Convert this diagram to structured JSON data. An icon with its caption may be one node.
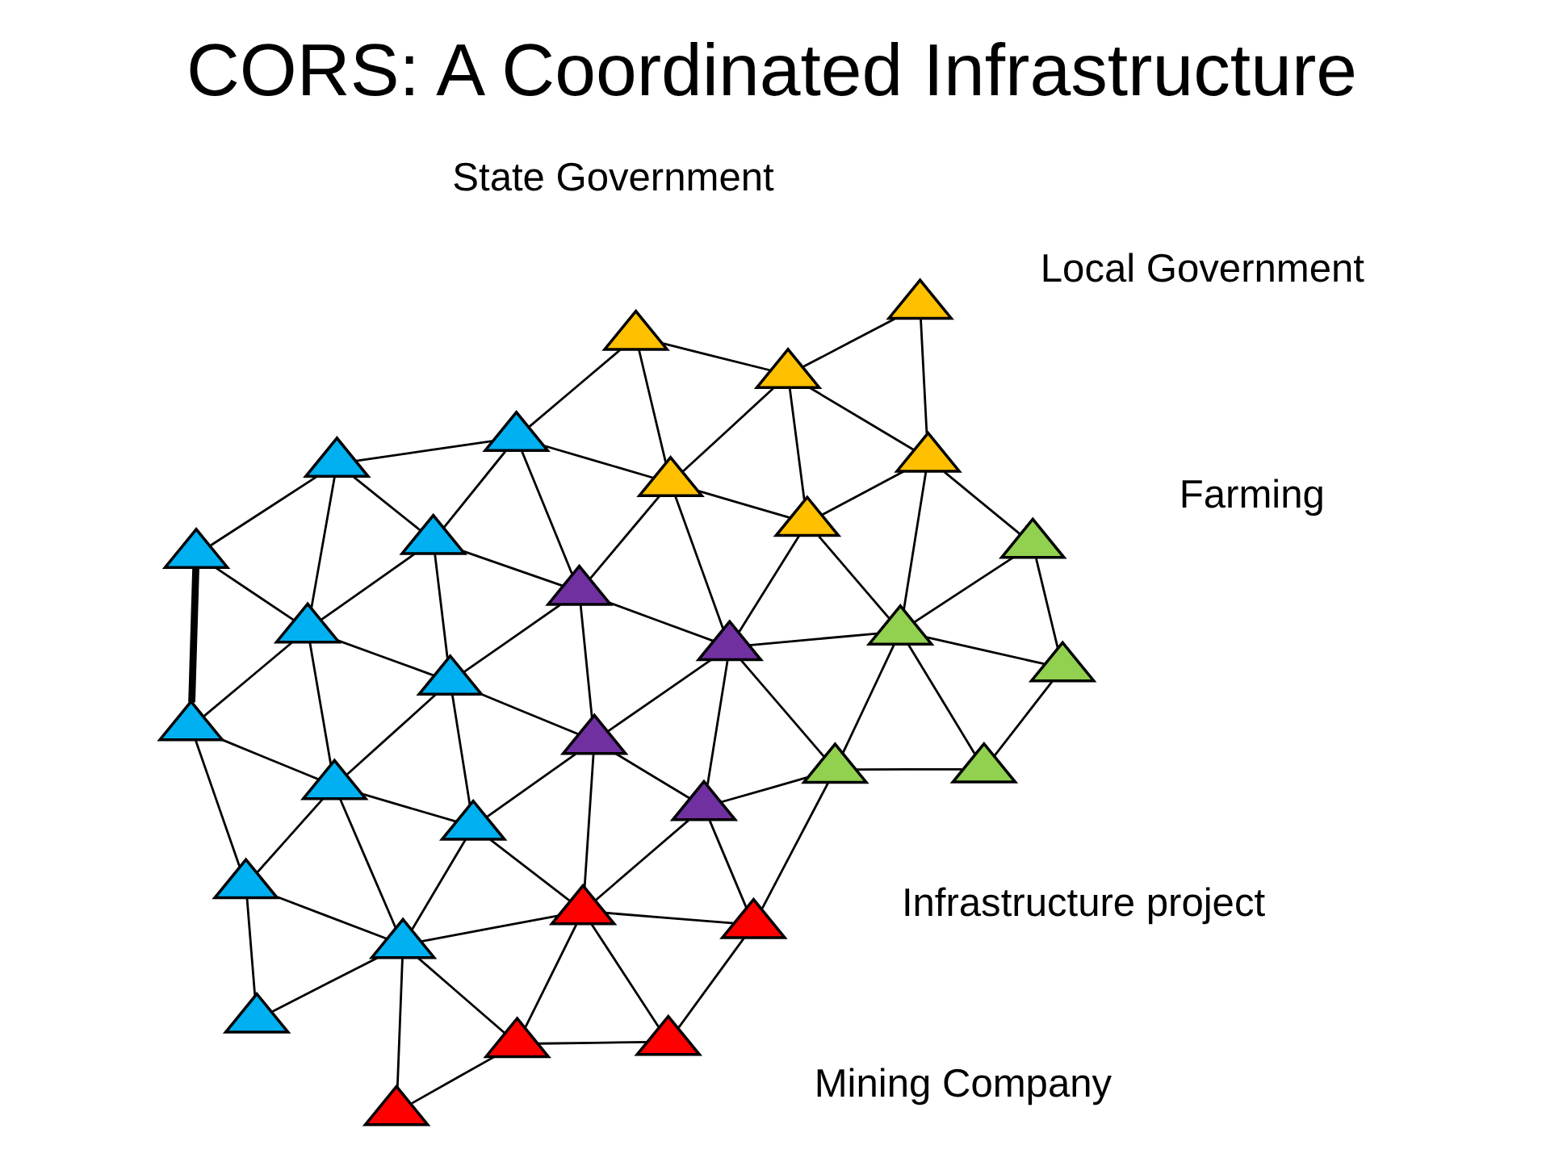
{
  "diagram": {
    "title": "CORS: A Coordinated Infrastructure",
    "nodes": [
      {
        "text": [],
        "shape": "triangle"
      },
      {
        "text": [],
        "shape": "triangle"
      },
      {
        "text": [],
        "shape": "triangle"
      },
      {
        "text": [],
        "shape": "triangle"
      },
      {
        "text": [],
        "shape": "triangle"
      },
      {
        "text": [],
        "shape": "triangle"
      },
      {
        "text": [],
        "shape": "triangle"
      },
      {
        "text": [],
        "shape": "triangle"
      },
      {
        "text": [],
        "shape": "triangle"
      },
      {
        "text": [],
        "shape": "triangle"
      },
      {
        "text": [],
        "shape": "triangle"
      },
      {
        "text": [],
        "shape": "triangle"
      },
      {
        "text": [],
        "shape": "triangle"
      },
      {
        "text": [],
        "shape": "triangle"
      },
      {
        "text": [],
        "shape": "triangle"
      },
      {
        "text": [],
        "shape": "triangle"
      },
      {
        "text": [],
        "shape": "triangle"
      },
      {
        "text": [],
        "shape": "triangle"
      },
      {
        "text": [],
        "shape": "triangle"
      },
      {
        "text": [],
        "shape": "triangle"
      },
      {
        "text": [],
        "shape": "triangle"
      },
      {
        "text": [],
        "shape": "triangle"
      },
      {
        "text": [],
        "shape": "triangle"
      },
      {
        "text": [],
        "shape": "triangle"
      },
      {
        "text": [],
        "shape": "triangle"
      },
      {
        "text": [],
        "shape": "triangle"
      },
      {
        "text": [],
        "shape": "triangle"
      },
      {
        "text": [],
        "shape": "triangle"
      },
      {
        "text": [],
        "shape": "triangle"
      },
      {
        "text": [],
        "shape": "triangle"
      },
      {
        "text": [],
        "shape": "triangle"
      },
      {
        "text": [],
        "shape": "triangle"
      }
    ],
    "edges": [
      {
        "from": 1,
        "to": 2,
        "arrow": "none"
      },
      {
        "from": 1,
        "to": 4,
        "arrow": "none"
      },
      {
        "from": 1,
        "to": 5,
        "arrow": "none"
      },
      {
        "from": 2,
        "to": 0,
        "arrow": "none"
      },
      {
        "from": 2,
        "to": 5,
        "arrow": "none"
      },
      {
        "from": 2,
        "to": 8,
        "arrow": "none"
      },
      {
        "from": 0,
        "to": 8,
        "arrow": "none"
      },
      {
        "from": 4,
        "to": 5,
        "arrow": "none"
      },
      {
        "from": 4,
        "to": 6,
        "arrow": "none"
      },
      {
        "from": 4,
        "to": 9,
        "arrow": "none"
      },
      {
        "from": 5,
        "to": 9,
        "arrow": "none"
      },
      {
        "from": 5,
        "to": 14,
        "arrow": "none"
      },
      {
        "from": 5,
        "to": 8,
        "arrow": "none"
      },
      {
        "from": 5,
        "to": 13,
        "arrow": "none"
      },
      {
        "from": 3,
        "to": 8,
        "arrow": "none"
      },
      {
        "from": 3,
        "to": 11,
        "arrow": "none"
      },
      {
        "from": 7,
        "to": 6,
        "arrow": "none"
      },
      {
        "from": 7,
        "to": 10,
        "arrow": "none"
      },
      {
        "from": 7,
        "to": 12,
        "arrow": "none"
      },
      {
        "from": 6,
        "to": 12,
        "arrow": "none"
      },
      {
        "from": 6,
        "to": 9,
        "arrow": "none"
      },
      {
        "from": 6,
        "to": 15,
        "arrow": "none"
      },
      {
        "from": 10,
        "to": 12,
        "arrow": "none"
      },
      {
        "from": 10,
        "to": 17,
        "arrow": "none"
      },
      {
        "from": 12,
        "to": 17,
        "arrow": "none"
      },
      {
        "from": 12,
        "to": 15,
        "arrow": "none"
      },
      {
        "from": 12,
        "to": 22,
        "arrow": "none"
      },
      {
        "from": 12,
        "to": 18,
        "arrow": "none"
      },
      {
        "from": 9,
        "to": 15,
        "arrow": "none"
      },
      {
        "from": 9,
        "to": 14,
        "arrow": "none"
      },
      {
        "from": 15,
        "to": 14,
        "arrow": "none"
      },
      {
        "from": 15,
        "to": 18,
        "arrow": "none"
      },
      {
        "from": 15,
        "to": 23,
        "arrow": "none"
      },
      {
        "from": 15,
        "to": 21,
        "arrow": "none"
      },
      {
        "from": 14,
        "to": 13,
        "arrow": "none"
      },
      {
        "from": 14,
        "to": 21,
        "arrow": "none"
      },
      {
        "from": 14,
        "to": 19,
        "arrow": "none"
      },
      {
        "from": 8,
        "to": 13,
        "arrow": "none"
      },
      {
        "from": 8,
        "to": 11,
        "arrow": "none"
      },
      {
        "from": 8,
        "to": 16,
        "arrow": "none"
      },
      {
        "from": 11,
        "to": 16,
        "arrow": "none"
      },
      {
        "from": 11,
        "to": 20,
        "arrow": "none"
      },
      {
        "from": 13,
        "to": 19,
        "arrow": "none"
      },
      {
        "from": 13,
        "to": 16,
        "arrow": "none"
      },
      {
        "from": 16,
        "to": 19,
        "arrow": "none"
      },
      {
        "from": 16,
        "to": 24,
        "arrow": "none"
      },
      {
        "from": 16,
        "to": 20,
        "arrow": "none"
      },
      {
        "from": 19,
        "to": 21,
        "arrow": "none"
      },
      {
        "from": 19,
        "to": 25,
        "arrow": "none"
      },
      {
        "from": 19,
        "to": 24,
        "arrow": "none"
      },
      {
        "from": 20,
        "to": 29,
        "arrow": "none",
        "style": "thick"
      },
      {
        "from": 20,
        "to": 24,
        "arrow": "none"
      },
      {
        "from": 24,
        "to": 25,
        "arrow": "none"
      },
      {
        "from": 24,
        "to": 28,
        "arrow": "none"
      },
      {
        "from": 24,
        "to": 29,
        "arrow": "none"
      },
      {
        "from": 25,
        "to": 28,
        "arrow": "none"
      },
      {
        "from": 25,
        "to": 30,
        "arrow": "none"
      },
      {
        "from": 25,
        "to": 21,
        "arrow": "none"
      },
      {
        "from": 28,
        "to": 29,
        "arrow": "none"
      },
      {
        "from": 28,
        "to": 30,
        "arrow": "none"
      },
      {
        "from": 21,
        "to": 23,
        "arrow": "none"
      },
      {
        "from": 21,
        "to": 30,
        "arrow": "none"
      },
      {
        "from": 18,
        "to": 22,
        "arrow": "none"
      },
      {
        "from": 18,
        "to": 26,
        "arrow": "none"
      },
      {
        "from": 18,
        "to": 23,
        "arrow": "none"
      },
      {
        "from": 22,
        "to": 17,
        "arrow": "none"
      },
      {
        "from": 22,
        "to": 27,
        "arrow": "none"
      },
      {
        "from": 22,
        "to": 26,
        "arrow": "none"
      },
      {
        "from": 23,
        "to": 26,
        "arrow": "none"
      },
      {
        "from": 23,
        "to": 31,
        "arrow": "none"
      },
      {
        "from": 23,
        "to": 30,
        "arrow": "none"
      },
      {
        "from": 27,
        "to": 26,
        "arrow": "none"
      },
      {
        "from": 26,
        "to": 31,
        "arrow": "none"
      },
      {
        "from": 31,
        "to": 30,
        "arrow": "none"
      }
    ],
    "labels": [
      "Infrastructure project",
      "Local Government",
      "Farming",
      "Mining Company",
      "State Government"
    ]
  }
}
